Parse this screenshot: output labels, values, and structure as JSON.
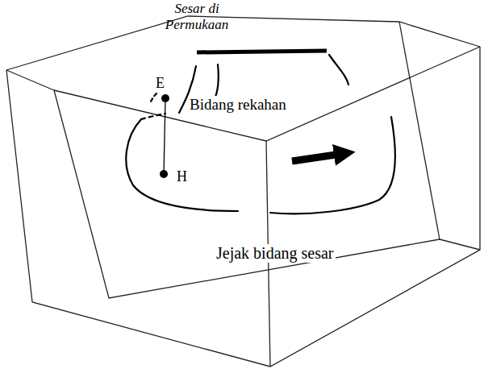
{
  "diagram": {
    "labels": [
      "Sesar di Permukaan",
      "E",
      "H",
      "Bidang rekahan",
      "Jejak bidang sesar"
    ]
  }
}
